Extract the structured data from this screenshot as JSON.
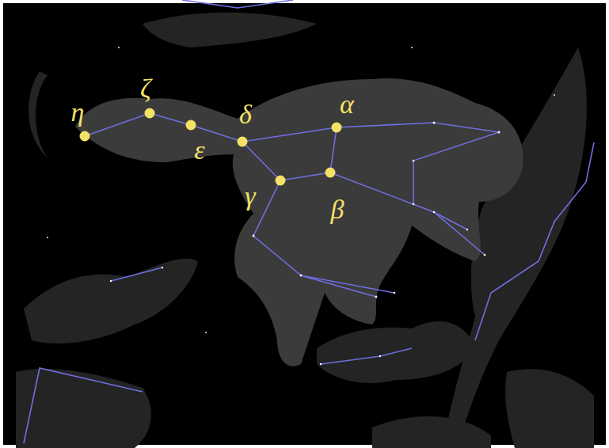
{
  "diagram": {
    "labels": [
      "η",
      "ζ",
      "ε",
      "δ",
      "α",
      "β",
      "γ"
    ]
  }
}
